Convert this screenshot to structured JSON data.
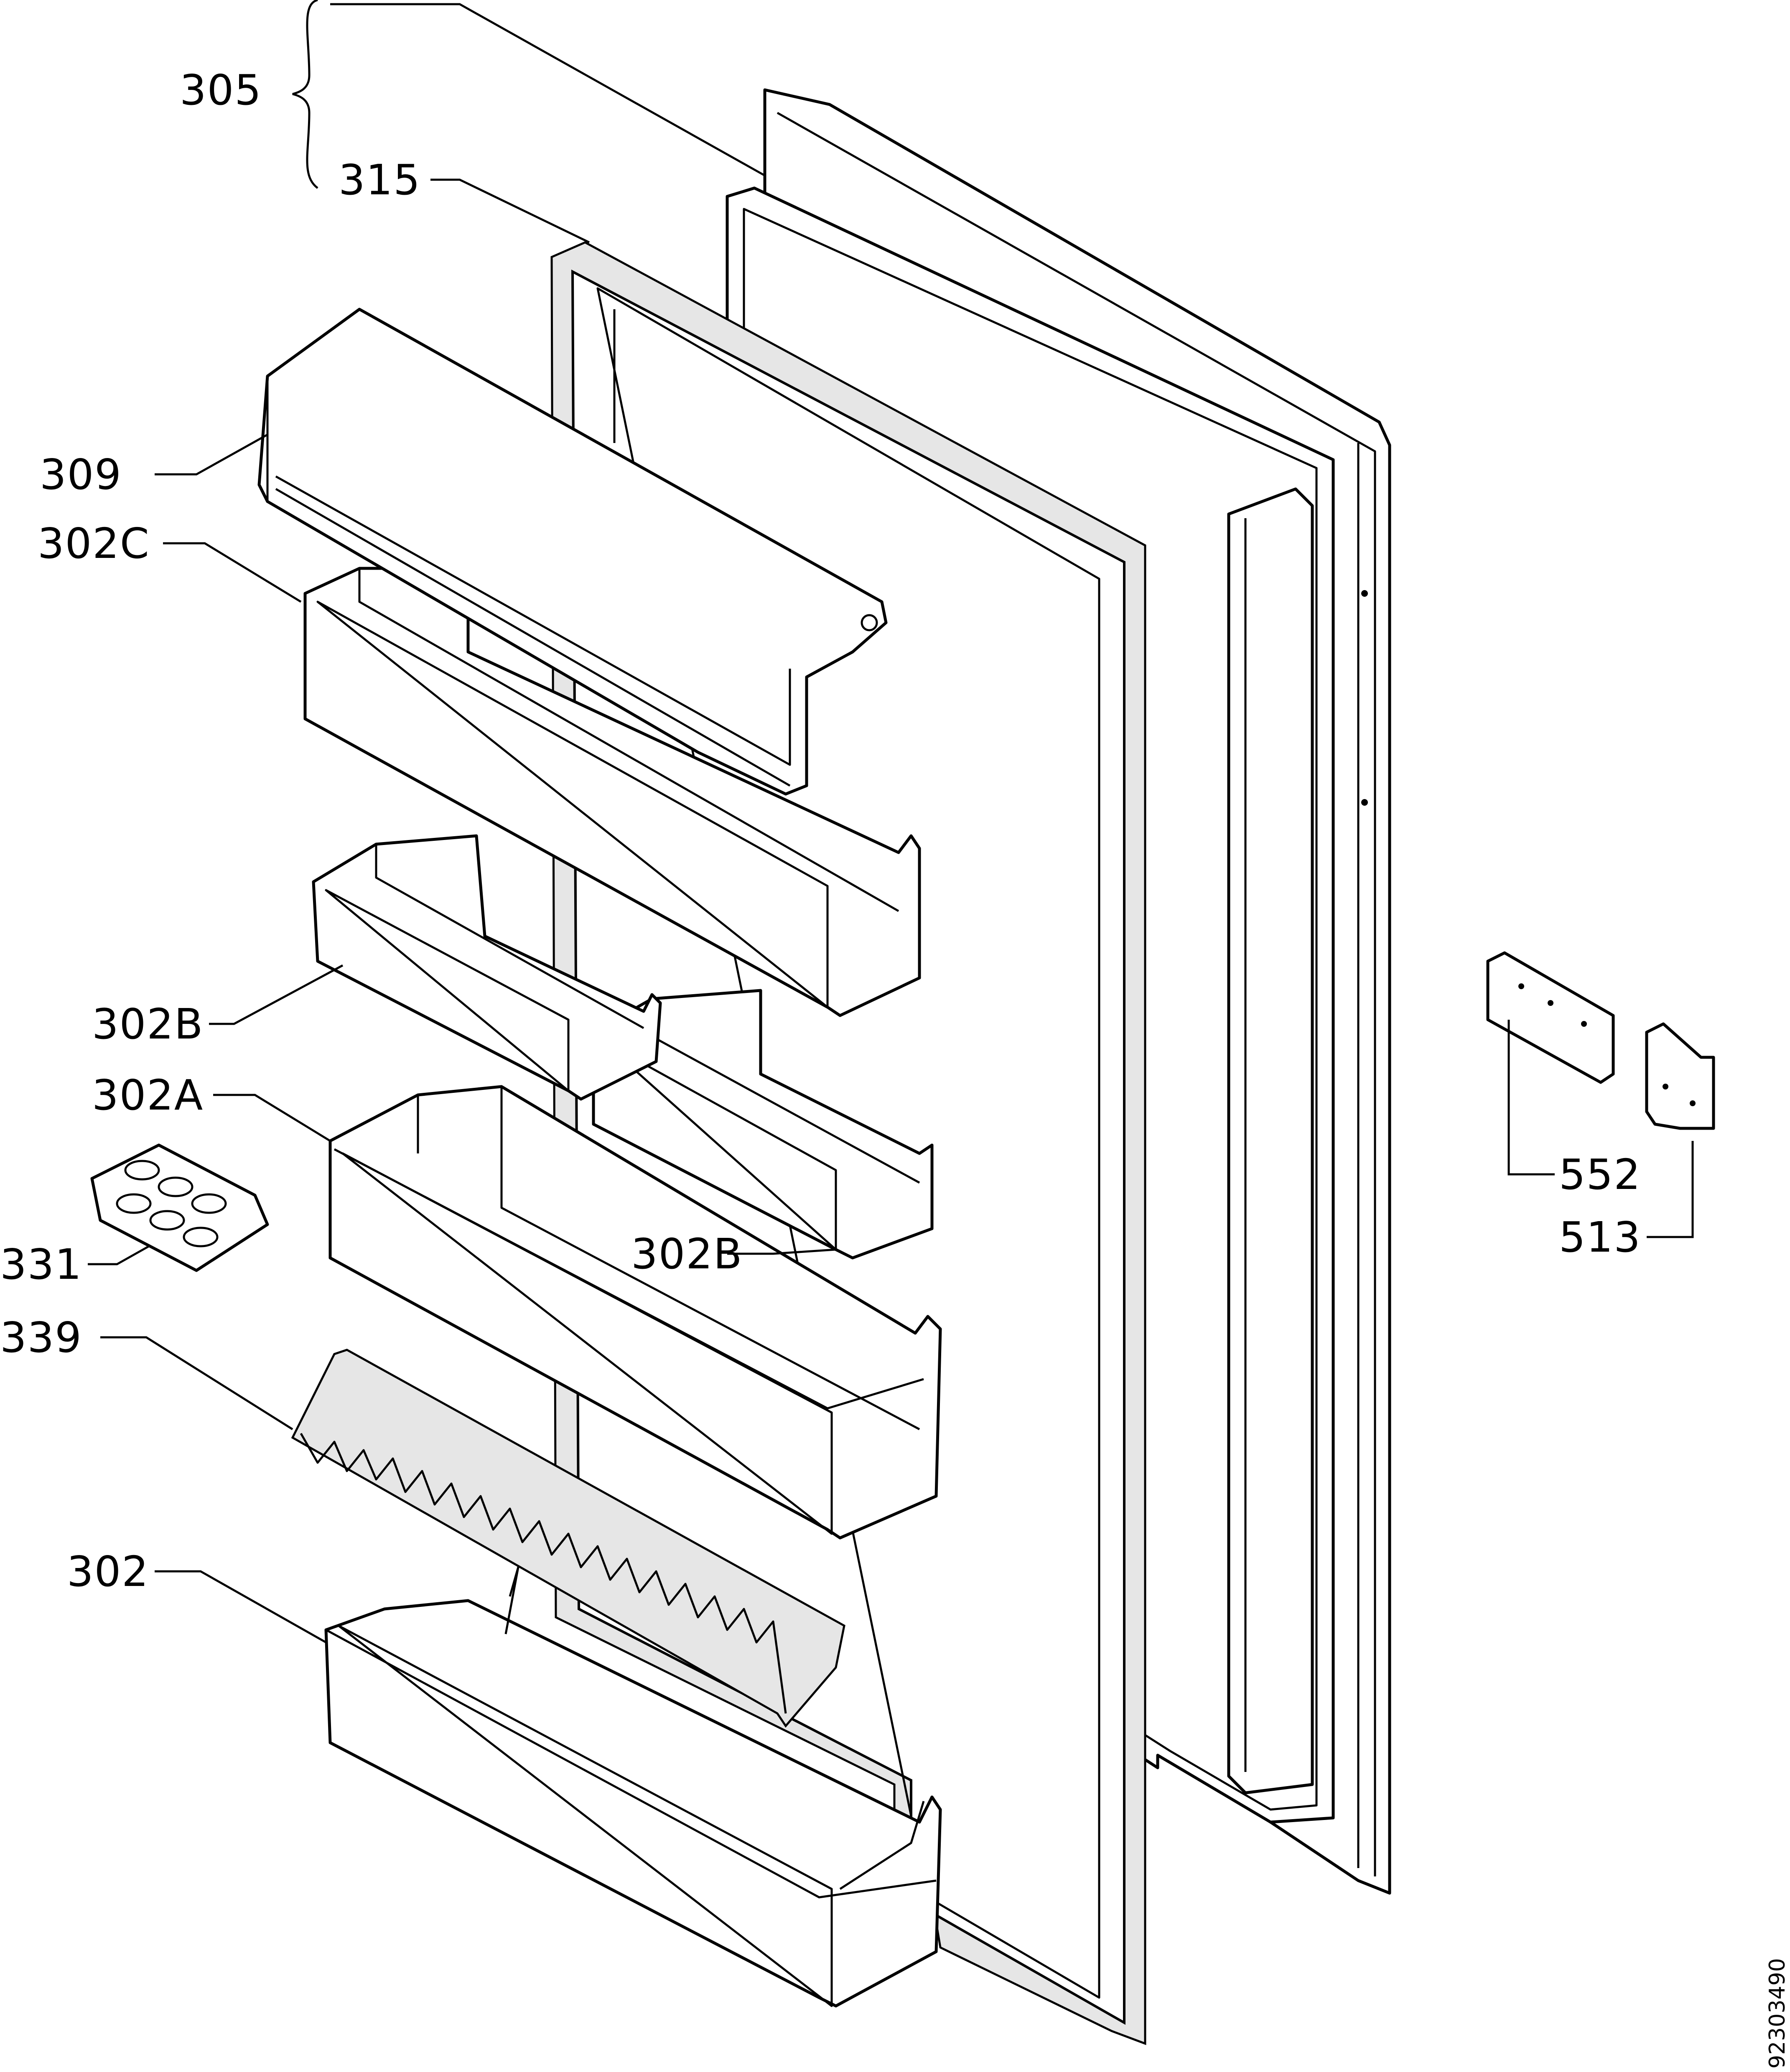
{
  "labels": {
    "305": "305",
    "315": "315",
    "309": "309",
    "302c": "302C",
    "302b_upper": "302B",
    "302a": "302A",
    "302b_lower": "302B",
    "331": "331",
    "339": "339",
    "302": "302",
    "552": "552",
    "513": "513"
  },
  "drawing_id": "92303490"
}
